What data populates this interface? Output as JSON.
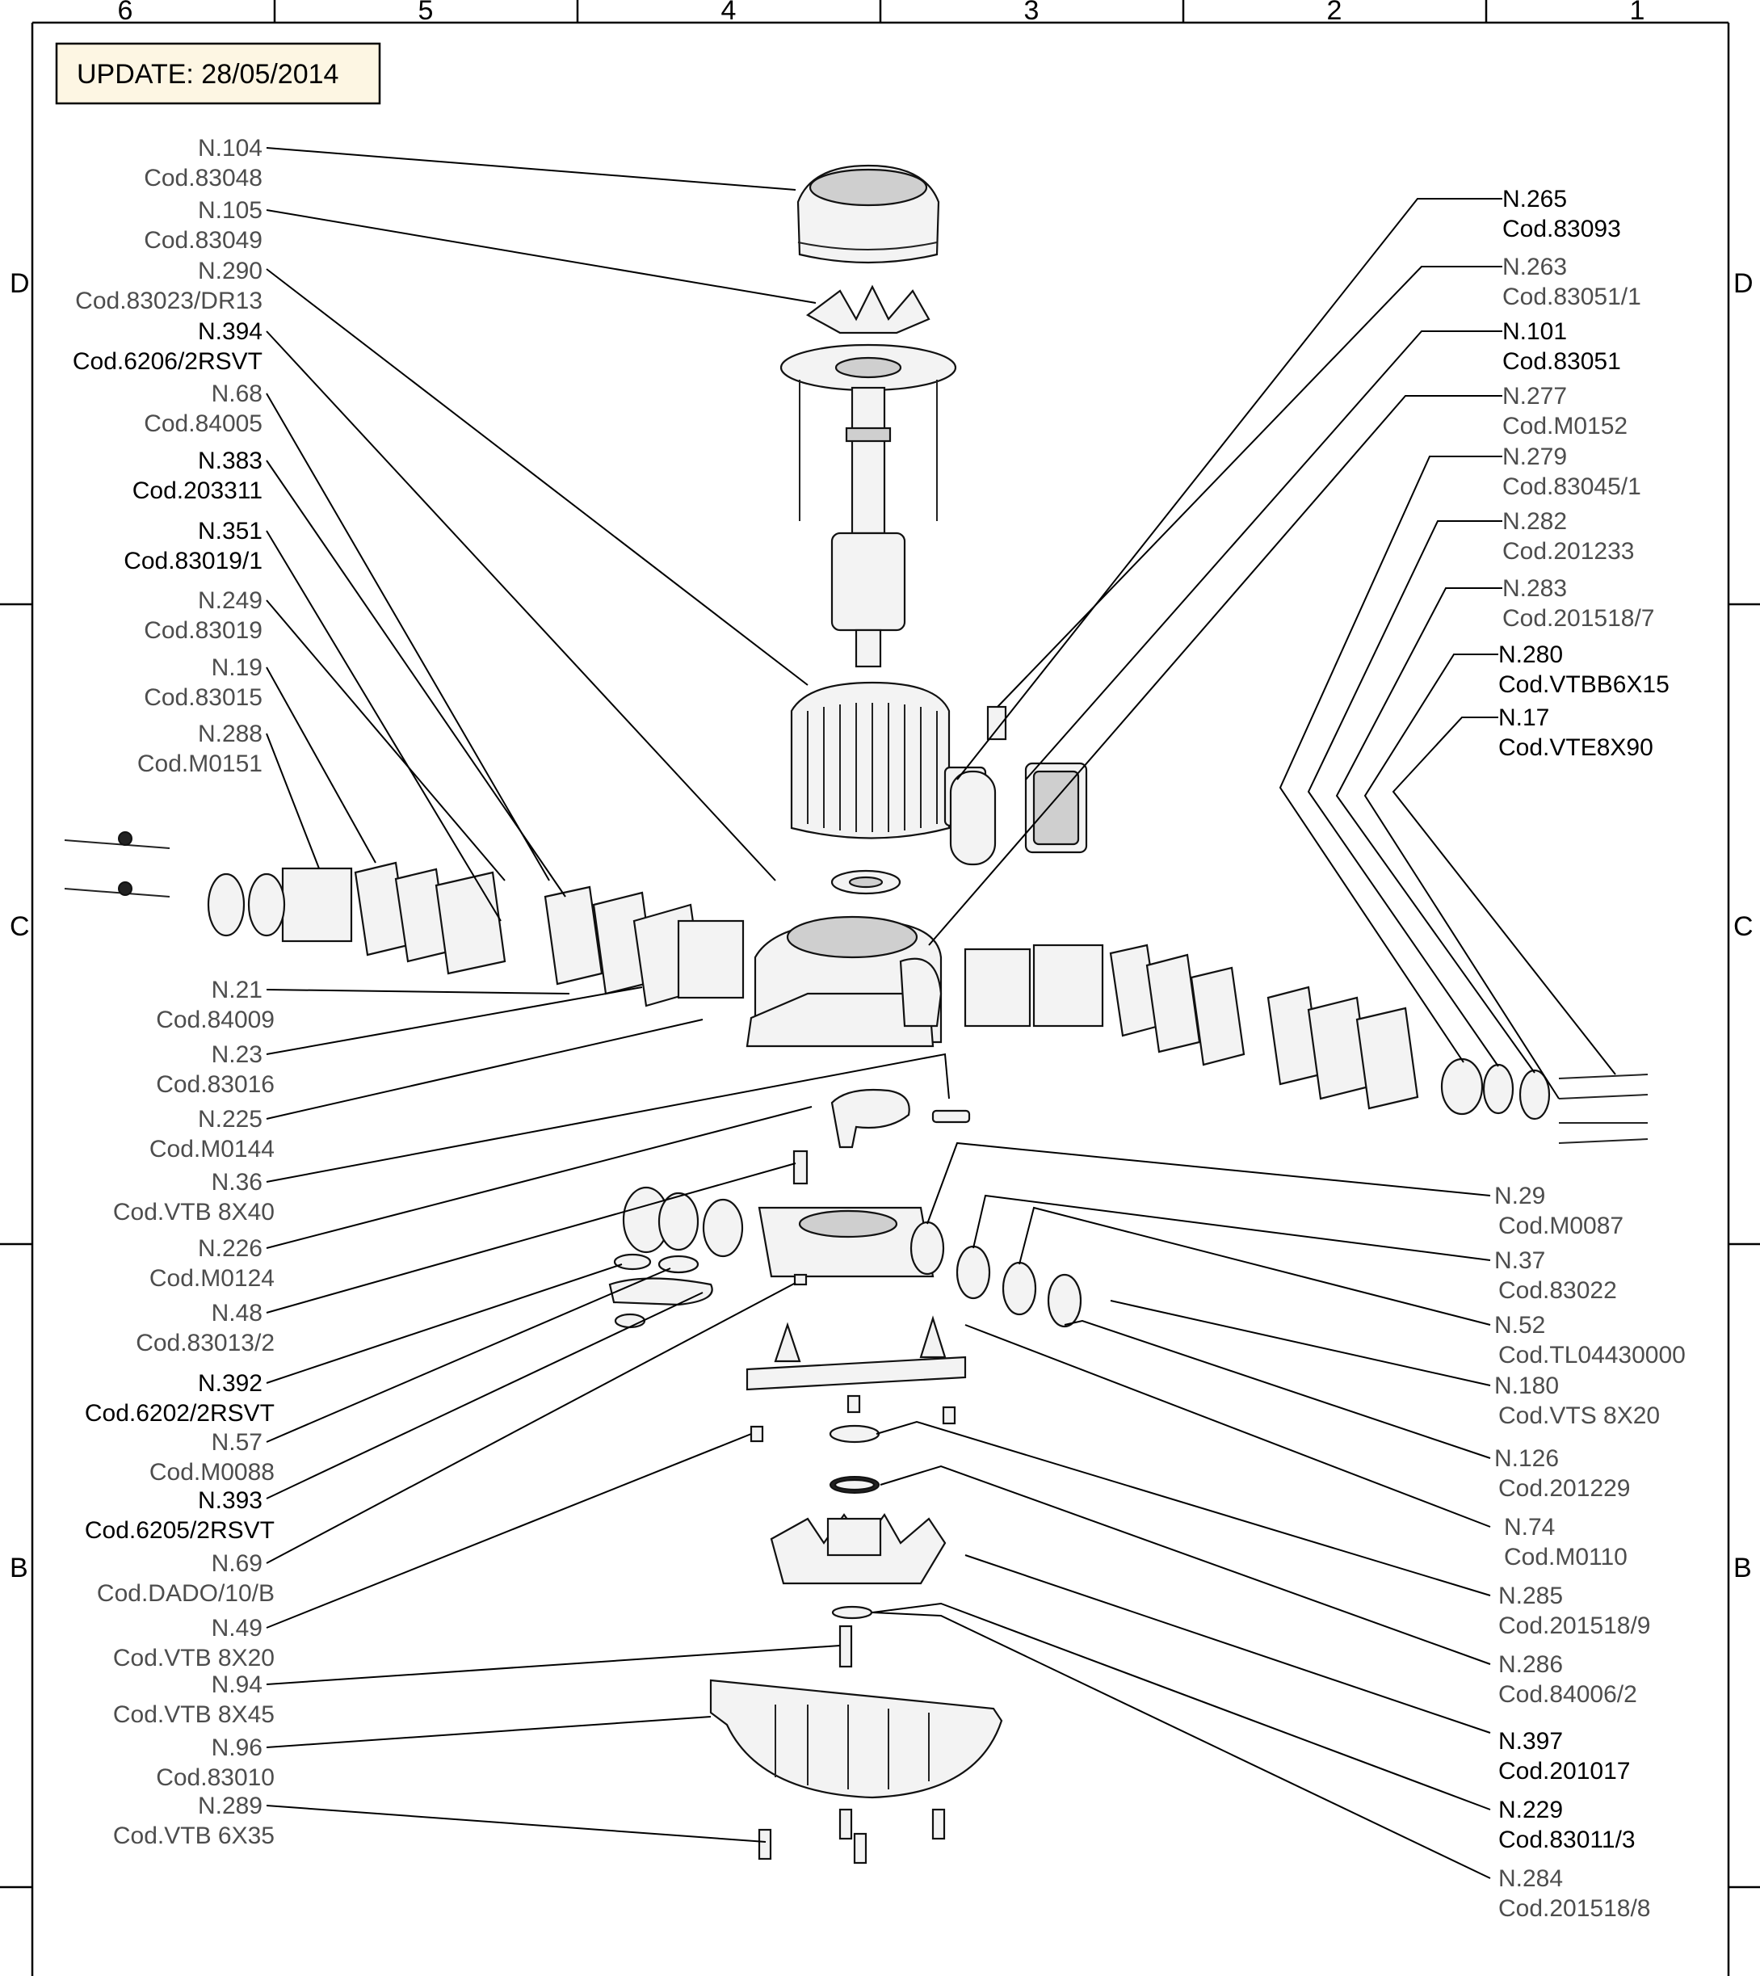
{
  "update_label": "UPDATE: 28/05/2014",
  "zones": {
    "columns": [
      "6",
      "5",
      "4",
      "3",
      "2",
      "1"
    ],
    "rows": [
      "D",
      "C",
      "B"
    ]
  },
  "callouts_left": [
    {
      "n": "N.104",
      "cod": "Cod.83048"
    },
    {
      "n": "N.105",
      "cod": "Cod.83049"
    },
    {
      "n": "N.290",
      "cod": "Cod.83023/DR13"
    },
    {
      "n": "N.394",
      "cod": "Cod.6206/2RSVT"
    },
    {
      "n": "N.68",
      "cod": "Cod.84005"
    },
    {
      "n": "N.383",
      "cod": "Cod.203311"
    },
    {
      "n": "N.351",
      "cod": "Cod.83019/1"
    },
    {
      "n": "N.249",
      "cod": "Cod.83019"
    },
    {
      "n": "N.19",
      "cod": "Cod.83015"
    },
    {
      "n": "N.288",
      "cod": "Cod.M0151"
    },
    {
      "n": "N.21",
      "cod": "Cod.84009"
    },
    {
      "n": "N.23",
      "cod": "Cod.83016"
    },
    {
      "n": "N.225",
      "cod": "Cod.M0144"
    },
    {
      "n": "N.36",
      "cod": "Cod.VTB 8X40"
    },
    {
      "n": "N.226",
      "cod": "Cod.M0124"
    },
    {
      "n": "N.48",
      "cod": "Cod.83013/2"
    },
    {
      "n": "N.392",
      "cod": "Cod.6202/2RSVT"
    },
    {
      "n": "N.57",
      "cod": "Cod.M0088"
    },
    {
      "n": "N.393",
      "cod": "Cod.6205/2RSVT"
    },
    {
      "n": "N.69",
      "cod": "Cod.DADO/10/B"
    },
    {
      "n": "N.49",
      "cod": "Cod.VTB 8X20"
    },
    {
      "n": "N.94",
      "cod": "Cod.VTB 8X45"
    },
    {
      "n": "N.96",
      "cod": "Cod.83010"
    },
    {
      "n": "N.289",
      "cod": "Cod.VTB 6X35"
    }
  ],
  "callouts_right": [
    {
      "n": "N.265",
      "cod": "Cod.83093"
    },
    {
      "n": "N.263",
      "cod": "Cod.83051/1"
    },
    {
      "n": "N.101",
      "cod": "Cod.83051"
    },
    {
      "n": "N.277",
      "cod": "Cod.M0152"
    },
    {
      "n": "N.279",
      "cod": "Cod.83045/1"
    },
    {
      "n": "N.282",
      "cod": "Cod.201233"
    },
    {
      "n": "N.283",
      "cod": "Cod.201518/7"
    },
    {
      "n": "N.280",
      "cod": "Cod.VTBB6X15"
    },
    {
      "n": "N.17",
      "cod": "Cod.VTE8X90"
    },
    {
      "n": "N.29",
      "cod": "Cod.M0087"
    },
    {
      "n": "N.37",
      "cod": "Cod.83022"
    },
    {
      "n": "N.52",
      "cod": "Cod.TL04430000"
    },
    {
      "n": "N.180",
      "cod": "Cod.VTS 8X20"
    },
    {
      "n": "N.126",
      "cod": "Cod.201229"
    },
    {
      "n": "N.74",
      "cod": "Cod.M0110"
    },
    {
      "n": "N.285",
      "cod": "Cod.201518/9"
    },
    {
      "n": "N.286",
      "cod": "Cod.84006/2"
    },
    {
      "n": "N.397",
      "cod": "Cod.201017"
    },
    {
      "n": "N.229",
      "cod": "Cod.83011/3"
    },
    {
      "n": "N.284",
      "cod": "Cod.201518/8"
    }
  ]
}
